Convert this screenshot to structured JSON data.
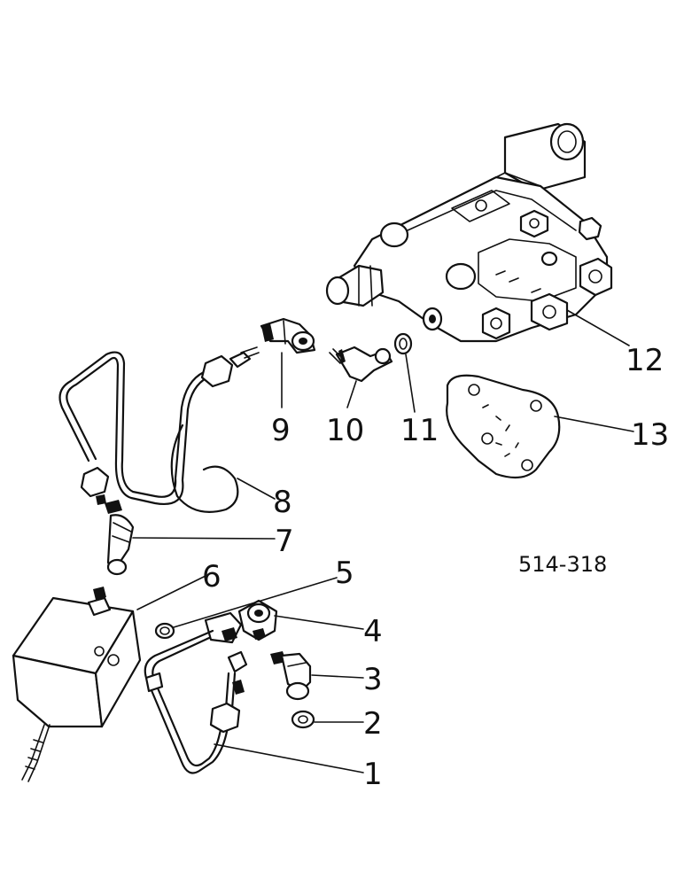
{
  "figure": {
    "reference_number": "514-318"
  },
  "callouts": [
    {
      "id": "1",
      "label": "1"
    },
    {
      "id": "2",
      "label": "2"
    },
    {
      "id": "3",
      "label": "3"
    },
    {
      "id": "4",
      "label": "4"
    },
    {
      "id": "5",
      "label": "5"
    },
    {
      "id": "6",
      "label": "6"
    },
    {
      "id": "7",
      "label": "7"
    },
    {
      "id": "8",
      "label": "8"
    },
    {
      "id": "9",
      "label": "9"
    },
    {
      "id": "10",
      "label": "10"
    },
    {
      "id": "11",
      "label": "11"
    },
    {
      "id": "12",
      "label": "12"
    },
    {
      "id": "13",
      "label": "13"
    }
  ]
}
